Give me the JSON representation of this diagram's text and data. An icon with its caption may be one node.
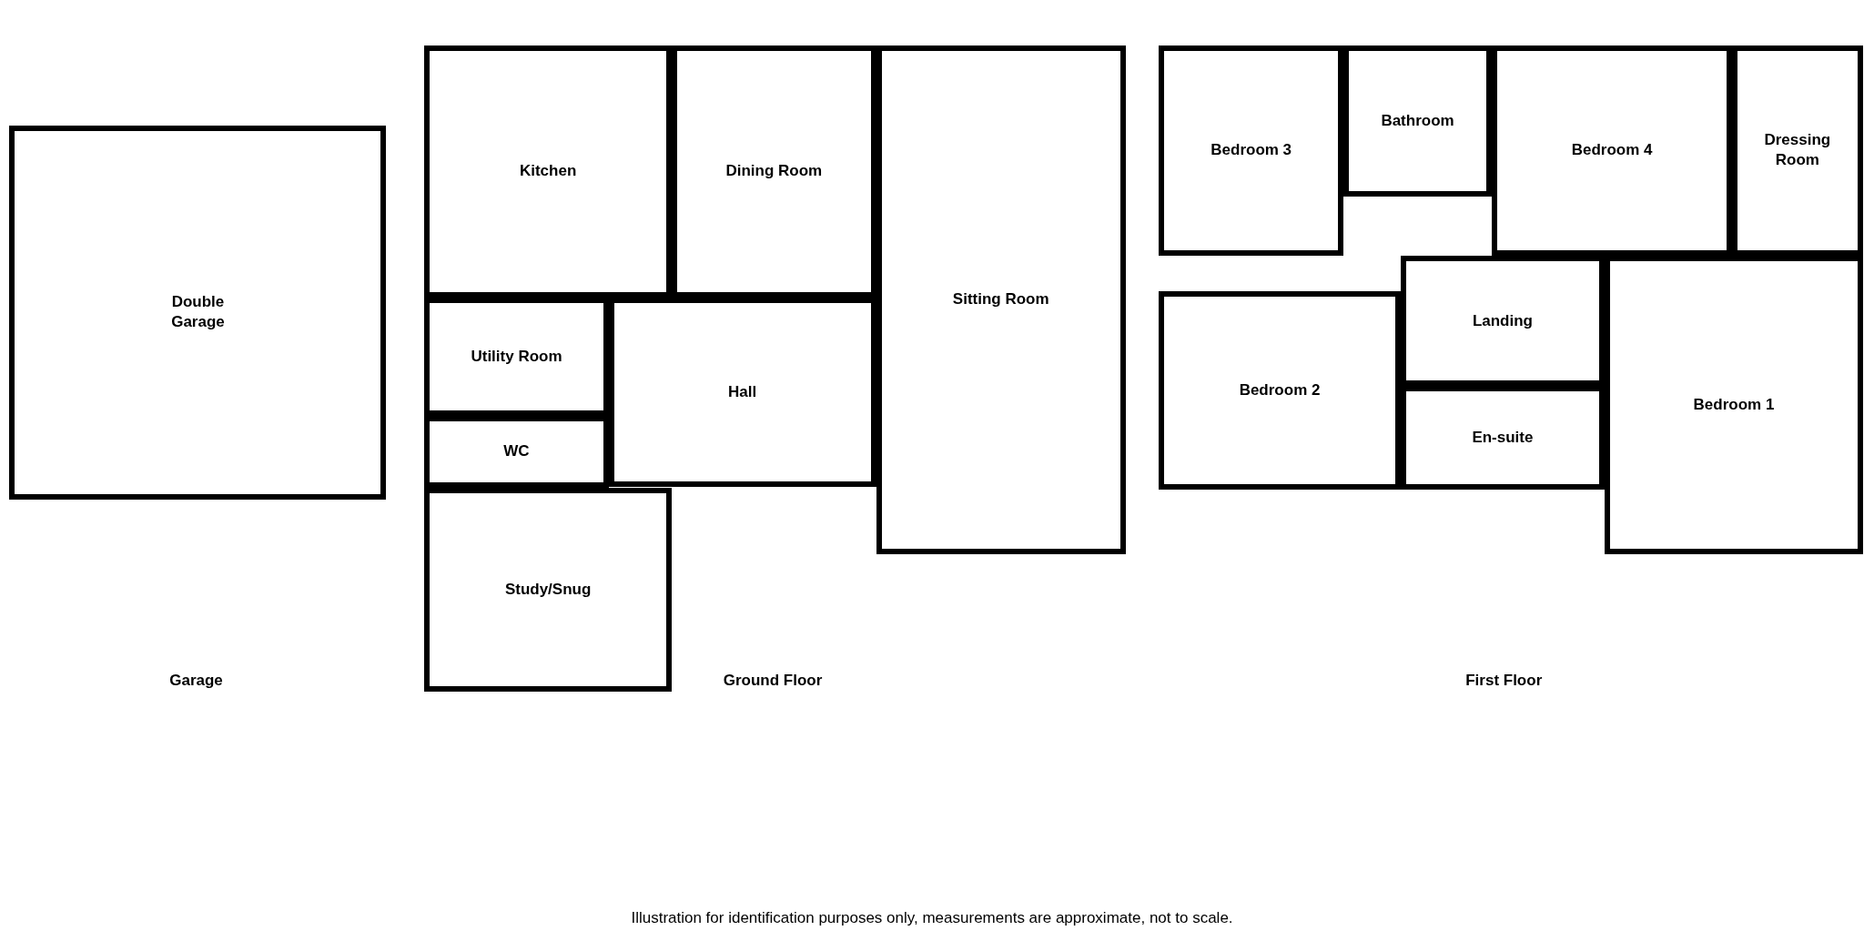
{
  "diagram": {
    "caption": "Illustration for identification purposes only, measurements are approximate, not to scale.",
    "nodes": [
      {
        "text": [
          "Double Garage"
        ]
      },
      {
        "text": [
          "Kitchen"
        ]
      },
      {
        "text": [
          "Dining Room"
        ]
      },
      {
        "text": [
          "Sitting Room"
        ]
      },
      {
        "text": [
          "Utility Room"
        ]
      },
      {
        "text": [
          "Hall"
        ]
      },
      {
        "text": [
          "WC"
        ]
      },
      {
        "text": [
          "Study/Snug"
        ]
      },
      {
        "text": [
          "Bedroom 3"
        ]
      },
      {
        "text": [
          "Bathroom"
        ]
      },
      {
        "text": [
          "Bedroom 4"
        ]
      },
      {
        "text": [
          "Dressing Room"
        ]
      },
      {
        "text": [
          "Landing"
        ]
      },
      {
        "text": [
          "Bedroom 2"
        ]
      },
      {
        "text": [
          "En-suite"
        ]
      },
      {
        "text": [
          "Bedroom 1"
        ]
      }
    ],
    "edges": [],
    "labels": [
      "Garage",
      "Ground Floor",
      "First Floor"
    ]
  }
}
